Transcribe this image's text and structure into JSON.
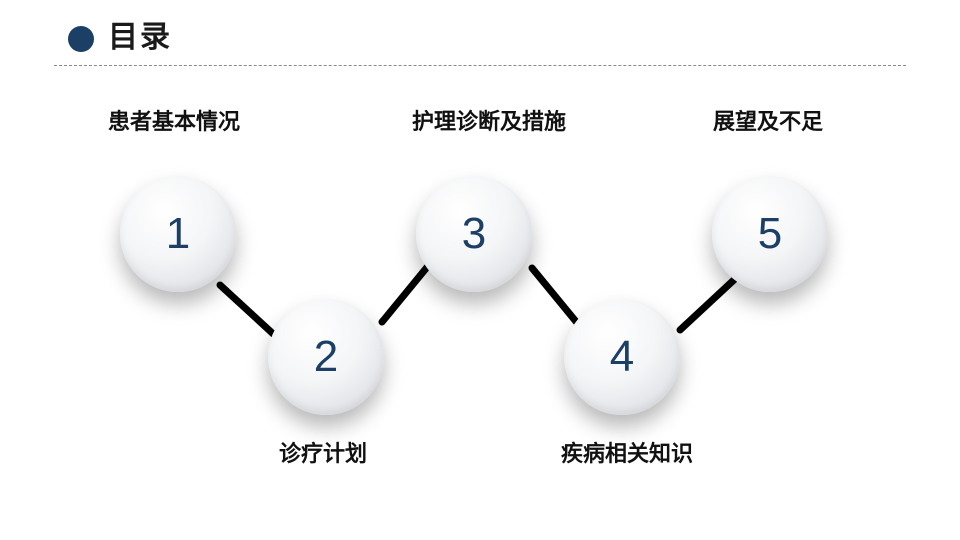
{
  "header": {
    "title": "目录",
    "accent_color": "#1c3f66"
  },
  "steps": [
    {
      "number": "1",
      "label": "患者基本情况"
    },
    {
      "number": "2",
      "label": "诊疗计划"
    },
    {
      "number": "3",
      "label": "护理诊断及措施"
    },
    {
      "number": "4",
      "label": "疾病相关知识"
    },
    {
      "number": "5",
      "label": "展望及不足"
    }
  ]
}
